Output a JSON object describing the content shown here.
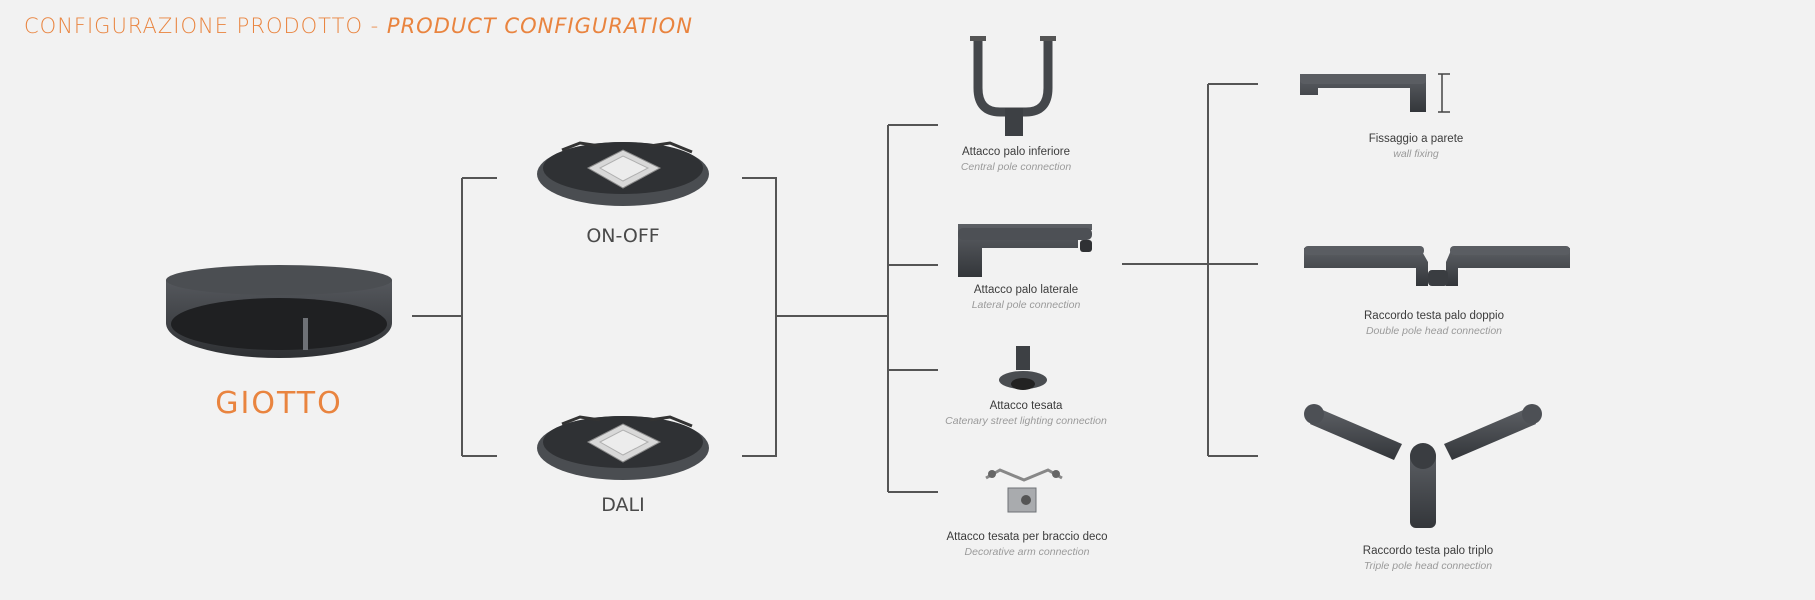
{
  "header": {
    "title_it": "CONFIGURAZIONE PRODOTTO",
    "separator": " - ",
    "title_en": "PRODUCT CONFIGURATION"
  },
  "product": {
    "name": "GIOTTO"
  },
  "versions": [
    {
      "label": "ON-OFF"
    },
    {
      "label": "DALI"
    }
  ],
  "mountings": [
    {
      "label": "Attacco palo inferiore",
      "sublabel": "Central pole connection"
    },
    {
      "label": "Attacco palo laterale",
      "sublabel": "Lateral pole connection"
    },
    {
      "label": "Attacco tesata",
      "sublabel": "Catenary street lighting connection"
    },
    {
      "label": "Attacco tesata per braccio deco",
      "sublabel": "Decorative arm connection"
    }
  ],
  "accessories": [
    {
      "label": "Fissaggio a parete",
      "sublabel": "wall fixing"
    },
    {
      "label": "Raccordo testa palo doppio",
      "sublabel": "Double pole head connection"
    },
    {
      "label": "Raccordo testa palo triplo",
      "sublabel": "Triple pole head connection"
    }
  ],
  "colors": {
    "accent": "#e9843f",
    "lines": "#555555",
    "product_dark": "#3f4246"
  },
  "icons": [
    "luminaire-housing",
    "led-module",
    "pole-fork-bracket",
    "lateral-arm",
    "catenary-adapter",
    "decorative-arm-adapter",
    "wall-bracket",
    "double-head-connector",
    "triple-head-connector"
  ]
}
